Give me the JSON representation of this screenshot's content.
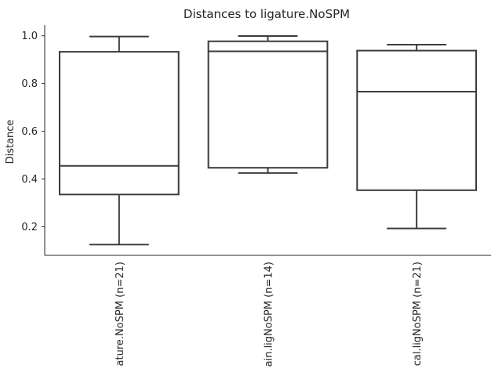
{
  "chart_data": {
    "type": "box",
    "title": "Distances to ligature.NoSPM",
    "xlabel": "",
    "ylabel": "Distance",
    "ylim": [
      0.08,
      1.045
    ],
    "yticks": [
      0.2,
      0.4,
      0.6,
      0.8,
      1.0
    ],
    "ytick_labels": [
      "0.2",
      "0.4",
      "0.6",
      "0.8",
      "1.0"
    ],
    "categories": [
      "ature.NoSPM (n=21)",
      "ain.ligNoSPM (n=14)",
      "cal.ligNoSPM (n=21)"
    ],
    "boxes": [
      {
        "whisker_low": 0.125,
        "q1": 0.335,
        "median": 0.455,
        "q3": 0.933,
        "whisker_high": 0.997
      },
      {
        "whisker_low": 0.425,
        "q1": 0.447,
        "median": 0.935,
        "q3": 0.977,
        "whisker_high": 0.999
      },
      {
        "whisker_low": 0.193,
        "q1": 0.353,
        "median": 0.766,
        "q3": 0.938,
        "whisker_high": 0.963
      }
    ],
    "grid": false,
    "legend": "none",
    "colors": {
      "line": "#3b3b3b",
      "fill": "#ffffff",
      "text": "#262626"
    }
  }
}
